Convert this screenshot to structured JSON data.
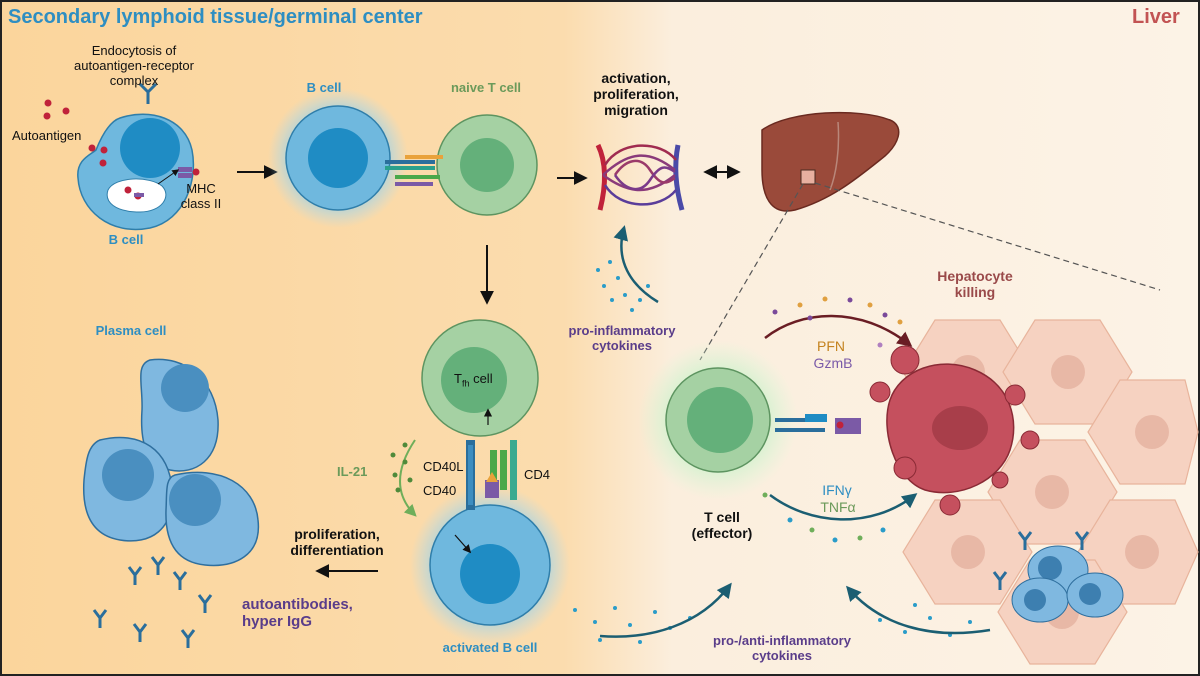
{
  "colors": {
    "left_bg": "#fbd9a3",
    "right_bg": "#fbf0e0",
    "b_cell": "#6fb8de",
    "b_nucleus": "#1f8cc4",
    "t_cell": "#a5d1a3",
    "t_nucleus": "#64b07a",
    "liver": "#9a4a3a",
    "hepatocyte": "#f6d2c1",
    "killed_cell": "#c5505e",
    "arrow_teal": "#1b5e72"
  },
  "headers": {
    "left": "Secondary lymphoid tissue/germinal center",
    "right": "Liver"
  },
  "labels": {
    "endocytosis": [
      "Endocytosis of",
      "autoantigen-receptor",
      "complex"
    ],
    "autoantigen": "Autoantigen",
    "mhc": [
      "MHC",
      "class II"
    ],
    "b_cell_1": "B cell",
    "b_cell_2": "B cell",
    "naive_t_cell": "naive T cell",
    "activation": [
      "activation,",
      "proliferation,",
      "migration"
    ],
    "plasma_cell": "Plasma cell",
    "tfh_main": "T",
    "tfh_sub": "fh",
    "tfh_rest": " cell",
    "il21": "IL-21",
    "cd40l": "CD40L",
    "cd40": "CD40",
    "cd4": "CD4",
    "proliferation_diff": [
      "proliferation,",
      "differentiation"
    ],
    "autoantibodies": [
      "autoantibodies,",
      "hyper IgG"
    ],
    "activated_b_cell": "activated B cell",
    "pro_inflammatory": [
      "pro-inflammatory",
      "cytokines"
    ],
    "hepatocyte_killing": [
      "Hepatocyte",
      "killing"
    ],
    "pfn": "PFN",
    "gzmb": "GzmB",
    "ifng": "IFNγ",
    "tnfa": "TNFα",
    "t_cell_effector": [
      "T cell",
      "(effector)"
    ],
    "pro_anti": [
      "pro-/anti-inflammatory",
      "cytokines"
    ]
  }
}
